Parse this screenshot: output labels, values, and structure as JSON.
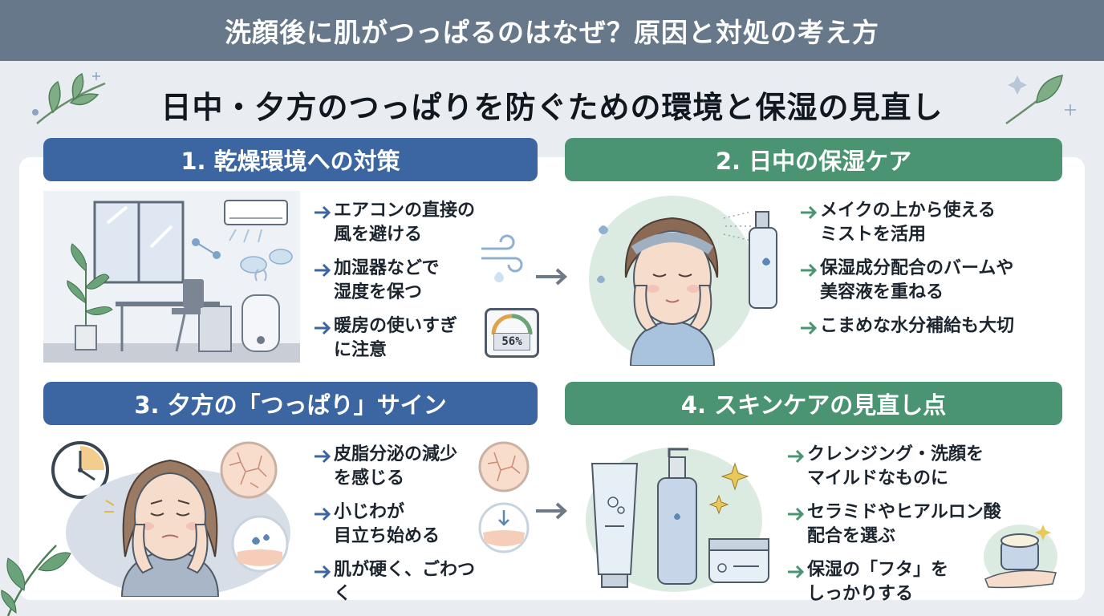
{
  "header": {
    "title": "洗顔後に肌がつっぱるのはなぜ？原因と対処の考え方"
  },
  "subtitle": "日中・夕方のつっぱりを防ぐための環境と保湿の見直し",
  "colors": {
    "blue": "#3c66a2",
    "green": "#4a9472",
    "header_bg": "#66788a"
  },
  "sections": [
    {
      "heading": "1. 乾燥環境への対策",
      "bullets": [
        "エアコンの直接の\n風を避ける",
        "加湿器などで\n湿度を保つ",
        "暖房の使いすぎ\nに注意"
      ],
      "hygrometer": "56%"
    },
    {
      "heading": "2. 日中の保湿ケア",
      "bullets": [
        "メイクの上から使える\nミストを活用",
        "保湿成分配合のバームや\n美容液を重ねる",
        "こまめな水分補給も大切"
      ]
    },
    {
      "heading": "3. 夕方の「つっぱり」サイン",
      "bullets": [
        "皮脂分泌の減少\nを感じる",
        "小じわが\n目立ち始める",
        "肌が硬く、ごわつく"
      ]
    },
    {
      "heading": "4. スキンケアの見直し点",
      "bullets": [
        "クレンジング・洗顔を\nマイルドなものに",
        "セラミドやヒアルロン酸\n配合を選ぶ",
        "保湿の「フタ」を\nしっかりする"
      ]
    }
  ]
}
